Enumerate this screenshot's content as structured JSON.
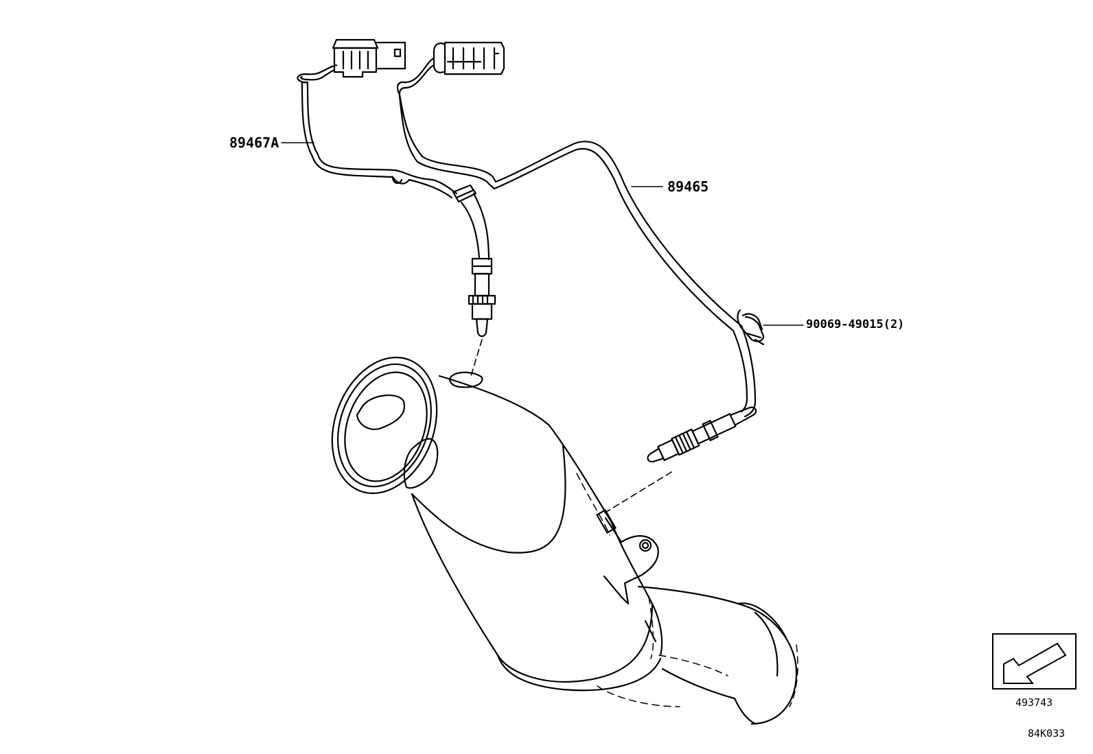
{
  "callouts": {
    "sensor_upstream": "89467A",
    "sensor_downstream": "89465",
    "clamp": "90069-49015(2)"
  },
  "illustration_id": "493743",
  "page_code": "84K033",
  "icons": {
    "front_indicator": "front-direction-arrow-icon"
  }
}
